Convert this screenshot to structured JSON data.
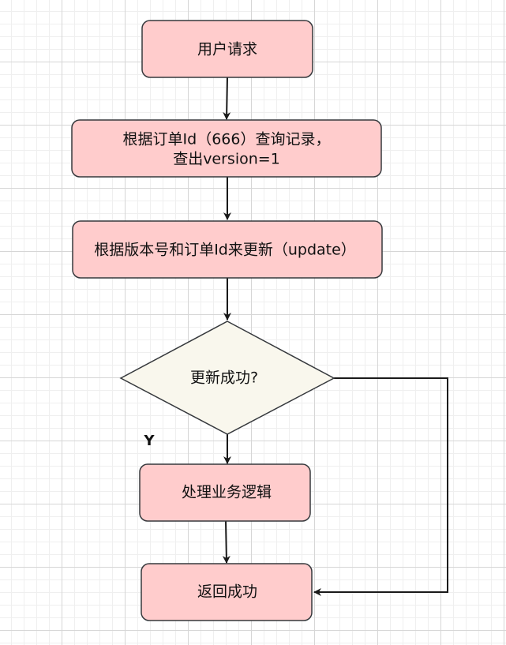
{
  "colors": {
    "process_fill": "#ffcccc",
    "decision_fill": "#f9f7ed",
    "stroke": "#36393d"
  },
  "nodes": {
    "start": {
      "label": "用户请求"
    },
    "query": {
      "label_line1": "根据订单Id（666）查询记录，",
      "label_line2": "查出version=1"
    },
    "update": {
      "label": "根据版本号和订单Id来更新（update）"
    },
    "decision": {
      "label": "更新成功?"
    },
    "process": {
      "label": "处理业务逻辑"
    },
    "end": {
      "label": "返回成功"
    }
  },
  "edges": {
    "yes_label": "Y"
  }
}
